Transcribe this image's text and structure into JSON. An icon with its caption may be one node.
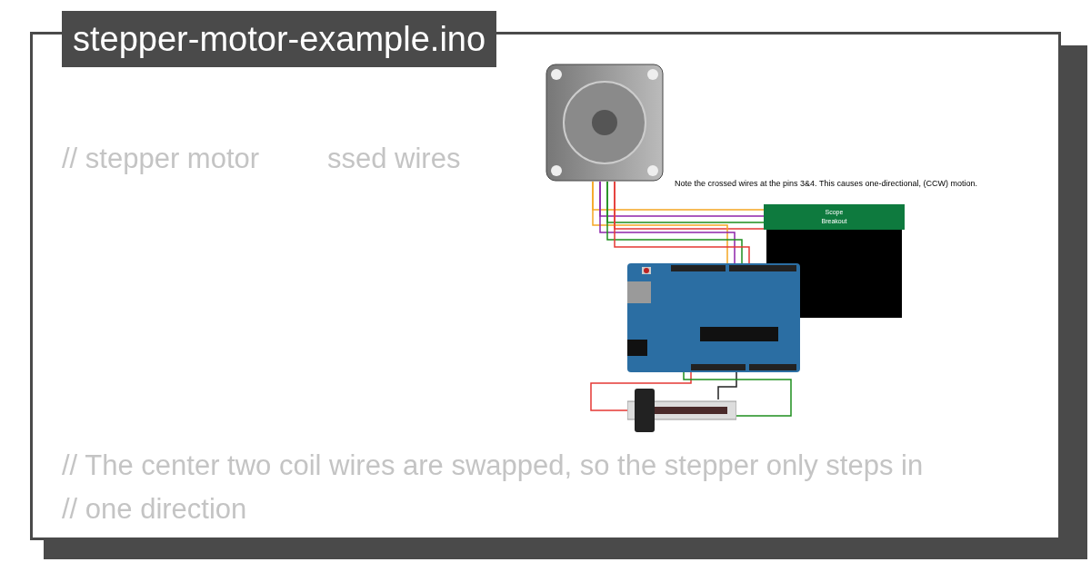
{
  "diagram": {
    "title": "stepper-motor-example.ino",
    "nodes": [
      {
        "text": [],
        "shape": "picture"
      },
      {
        "text": [
          "Scope Breakout"
        ]
      },
      {
        "text": [],
        "shape": "picture"
      },
      {
        "text": [],
        "shape": "picture"
      }
    ],
    "edges": [
      {
        "from": 0,
        "to": 1,
        "arrow": "none",
        "color": "#f5a623"
      },
      {
        "from": 0,
        "to": 1,
        "arrow": "none",
        "color": "#8e24aa"
      },
      {
        "from": 0,
        "to": 1,
        "arrow": "none",
        "color": "#1e8e1e"
      },
      {
        "from": 0,
        "to": 1,
        "arrow": "none",
        "color": "#e53935"
      },
      {
        "from": 0,
        "to": 2,
        "arrow": "none",
        "color": "#f5a623"
      },
      {
        "from": 0,
        "to": 2,
        "arrow": "none",
        "color": "#8e24aa"
      },
      {
        "from": 0,
        "to": 2,
        "arrow": "none",
        "color": "#1e8e1e"
      },
      {
        "from": 0,
        "to": 2,
        "arrow": "none",
        "color": "#e53935"
      },
      {
        "from": 2,
        "to": 3,
        "arrow": "none",
        "color": "#222222"
      },
      {
        "from": 2,
        "to": 3,
        "arrow": "none",
        "color": "#e53935"
      },
      {
        "from": 2,
        "to": 3,
        "arrow": "none",
        "color": "#1e8e1e"
      }
    ],
    "labels": [
      "// stepper motor",
      "ssed wires",
      "Note the crossed wires at the pins 3&4. This causes one-directional, (CCW) motion.",
      "// The center two coil wires are swapped, so the stepper only steps in",
      "// one direction"
    ]
  }
}
